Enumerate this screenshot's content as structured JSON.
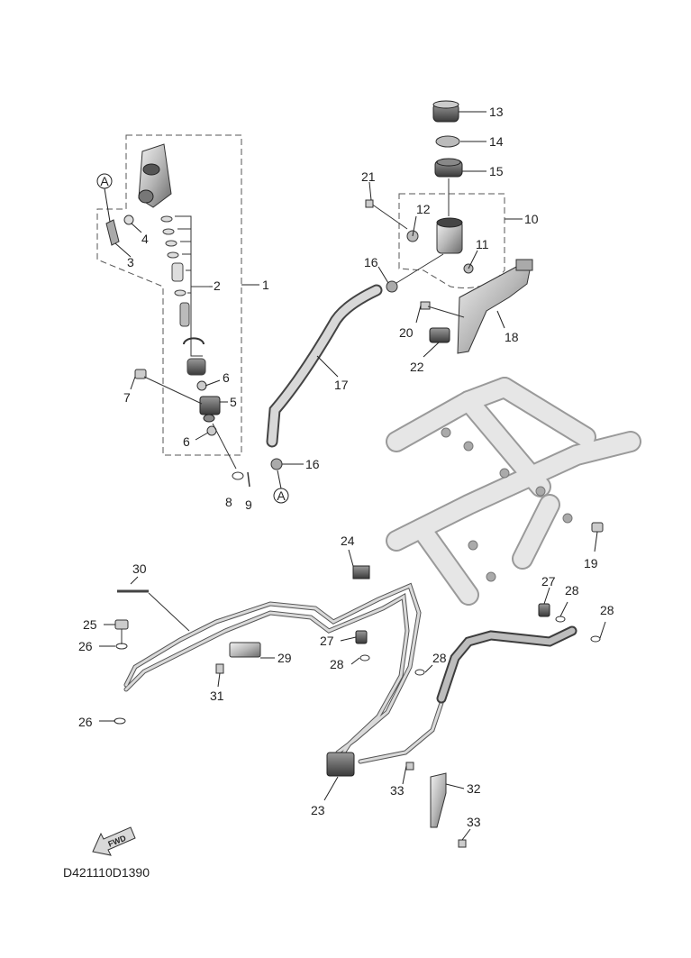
{
  "drawing_code": "D421110D1390",
  "fwd_label": "FWD",
  "ref_label": "A",
  "callouts": [
    {
      "id": "c1",
      "label": "1"
    },
    {
      "id": "c2",
      "label": "2"
    },
    {
      "id": "c3",
      "label": "3"
    },
    {
      "id": "c4",
      "label": "4"
    },
    {
      "id": "c5",
      "label": "5"
    },
    {
      "id": "c6a",
      "label": "6"
    },
    {
      "id": "c6b",
      "label": "6"
    },
    {
      "id": "c7",
      "label": "7"
    },
    {
      "id": "c8",
      "label": "8"
    },
    {
      "id": "c9",
      "label": "9"
    },
    {
      "id": "c10",
      "label": "10"
    },
    {
      "id": "c11",
      "label": "11"
    },
    {
      "id": "c12",
      "label": "12"
    },
    {
      "id": "c13",
      "label": "13"
    },
    {
      "id": "c14",
      "label": "14"
    },
    {
      "id": "c15",
      "label": "15"
    },
    {
      "id": "c16a",
      "label": "16"
    },
    {
      "id": "c16b",
      "label": "16"
    },
    {
      "id": "c17",
      "label": "17"
    },
    {
      "id": "c18",
      "label": "18"
    },
    {
      "id": "c19",
      "label": "19"
    },
    {
      "id": "c20",
      "label": "20"
    },
    {
      "id": "c21",
      "label": "21"
    },
    {
      "id": "c22",
      "label": "22"
    },
    {
      "id": "c23",
      "label": "23"
    },
    {
      "id": "c24",
      "label": "24"
    },
    {
      "id": "c25",
      "label": "25"
    },
    {
      "id": "c26a",
      "label": "26"
    },
    {
      "id": "c26b",
      "label": "26"
    },
    {
      "id": "c27a",
      "label": "27"
    },
    {
      "id": "c27b",
      "label": "27"
    },
    {
      "id": "c28a",
      "label": "28"
    },
    {
      "id": "c28b",
      "label": "28"
    },
    {
      "id": "c28c",
      "label": "28"
    },
    {
      "id": "c28d",
      "label": "28"
    },
    {
      "id": "c29",
      "label": "29"
    },
    {
      "id": "c30",
      "label": "30"
    },
    {
      "id": "c31",
      "label": "31"
    },
    {
      "id": "c32",
      "label": "32"
    },
    {
      "id": "c33a",
      "label": "33"
    },
    {
      "id": "c33b",
      "label": "33"
    }
  ]
}
